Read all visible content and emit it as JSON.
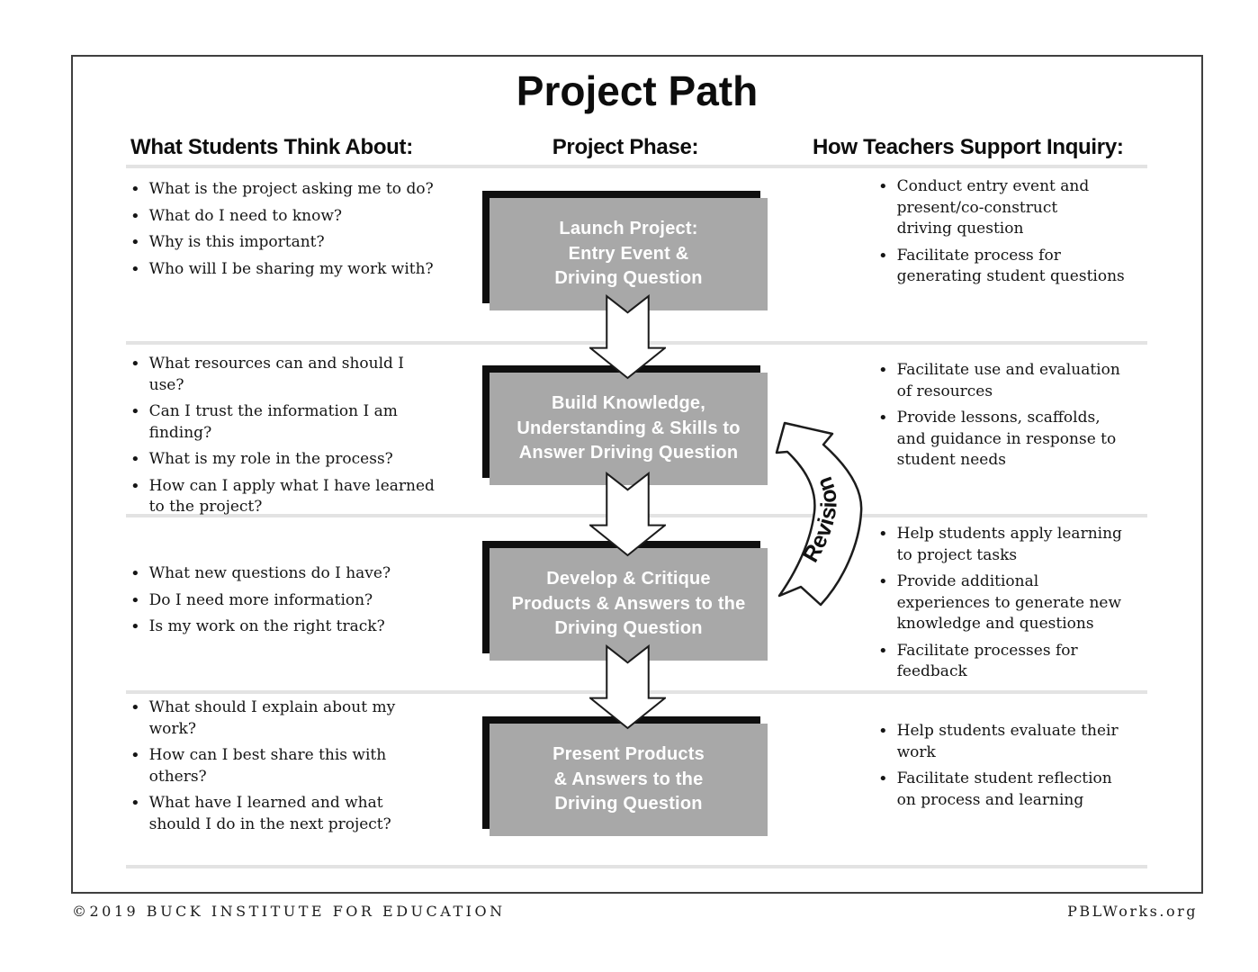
{
  "title": "Project Path",
  "headings": {
    "students": "What Students Think About:",
    "phase": "Project Phase:",
    "teachers": "How Teachers Support Inquiry:"
  },
  "sections": [
    {
      "phase": "Launch Project:\nEntry Event &\nDriving Question",
      "students": [
        "What is the project asking me to do?",
        "What do I need to know?",
        "Why is this important?",
        "Who will I be sharing my work with?"
      ],
      "teachers": [
        "Conduct entry event and\npresent/co-construct\ndriving question",
        "Facilitate process for\ngenerating student questions"
      ]
    },
    {
      "phase": "Build Knowledge,\nUnderstanding & Skills to\nAnswer Driving Question",
      "students": [
        "What resources can and should I\nuse?",
        "Can I trust the information I am\nfinding?",
        "What is my role in the process?",
        "How can I apply what I have learned\nto the project?"
      ],
      "teachers": [
        "Facilitate use and evaluation\nof resources",
        "Provide lessons, scaffolds,\nand guidance in response to\nstudent needs"
      ]
    },
    {
      "phase": "Develop & Critique\nProducts & Answers to the\nDriving Question",
      "students": [
        "What new questions do I have?",
        "Do I need more information?",
        "Is my work on the right track?"
      ],
      "teachers": [
        "Help students apply learning\nto project tasks",
        "Provide additional\nexperiences to generate new\nknowledge and questions",
        "Facilitate processes for\nfeedback"
      ]
    },
    {
      "phase": "Present Products\n& Answers to the\nDriving Question",
      "students": [
        "What should I explain about my\nwork?",
        "How can I best share this with\nothers?",
        "What have I learned and what\nshould I do in the next project?"
      ],
      "teachers": [
        "Help students evaluate their\nwork",
        "Facilitate student reflection\non process and learning"
      ]
    }
  ],
  "revision_label": "Revision",
  "footer": {
    "copyright": "©2019 BUCK INSTITUTE FOR EDUCATION",
    "site": "PBLWorks.org"
  },
  "colors": {
    "box_gray": "#a8a8a8",
    "box_shadow": "#0f0f0f",
    "divider": "#e3e3e3",
    "text": "#111111"
  }
}
